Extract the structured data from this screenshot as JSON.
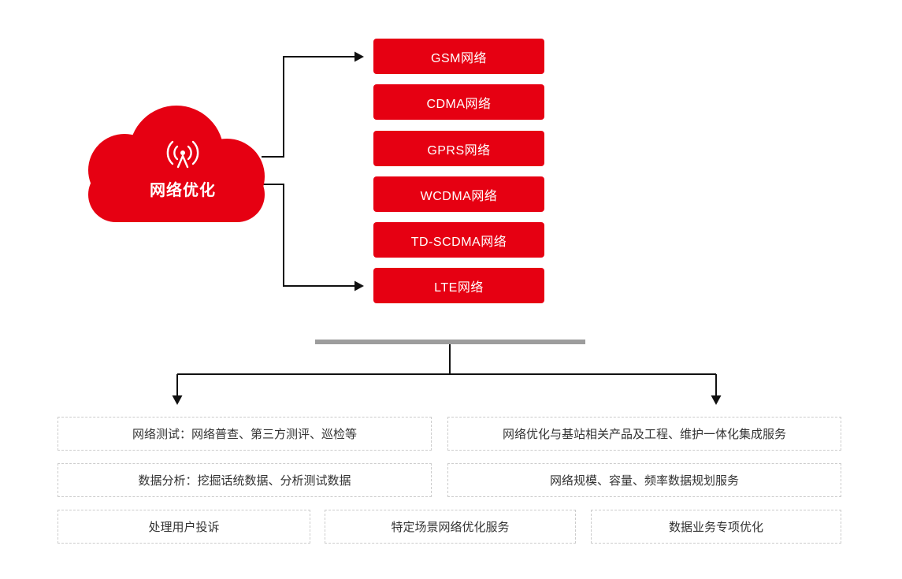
{
  "cloud": {
    "label": "网络优化",
    "icon": "broadcast-icon"
  },
  "networks": [
    {
      "label": "GSM网络"
    },
    {
      "label": "CDMA网络"
    },
    {
      "label": "GPRS网络"
    },
    {
      "label": "WCDMA网络"
    },
    {
      "label": "TD-SCDMA网络"
    },
    {
      "label": "LTE网络"
    }
  ],
  "services": [
    {
      "text": "网络测试：网络普查、第三方测评、巡检等"
    },
    {
      "text": "网络优化与基站相关产品及工程、维护一体化集成服务"
    },
    {
      "text": "数据分析：挖掘话统数据、分析测试数据"
    },
    {
      "text": "网络规模、容量、频率数据规划服务"
    },
    {
      "text": "处理用户投诉"
    },
    {
      "text": "特定场景网络优化服务"
    },
    {
      "text": "数据业务专项优化"
    }
  ],
  "colors": {
    "primary_red": "#e60012",
    "connector_black": "#111111",
    "separator_gray": "#9d9d9d",
    "dashed_border": "#cccccc",
    "service_text": "#333333",
    "label_white": "#ffffff"
  }
}
